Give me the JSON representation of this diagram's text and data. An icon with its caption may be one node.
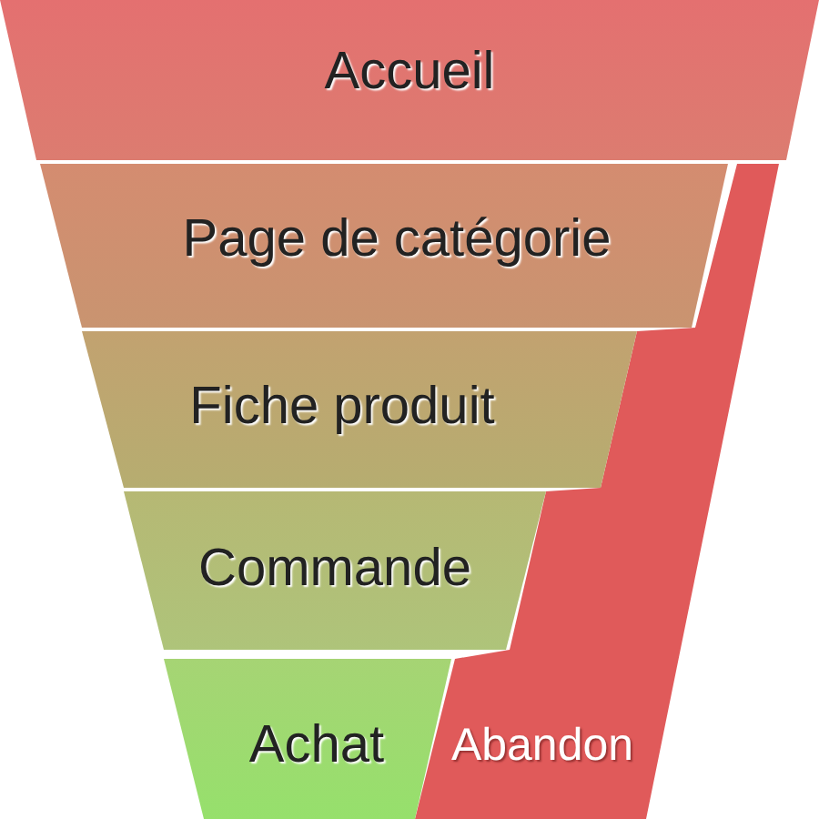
{
  "diagram": {
    "nodes": [
      {
        "text": [
          "Accueil"
        ]
      },
      {
        "text": [
          "Page de catégorie"
        ]
      },
      {
        "text": [
          "Fiche produit"
        ]
      },
      {
        "text": [
          "Commande"
        ]
      },
      {
        "text": [
          "Achat"
        ]
      },
      {
        "text": [
          "Abandon"
        ]
      }
    ]
  }
}
